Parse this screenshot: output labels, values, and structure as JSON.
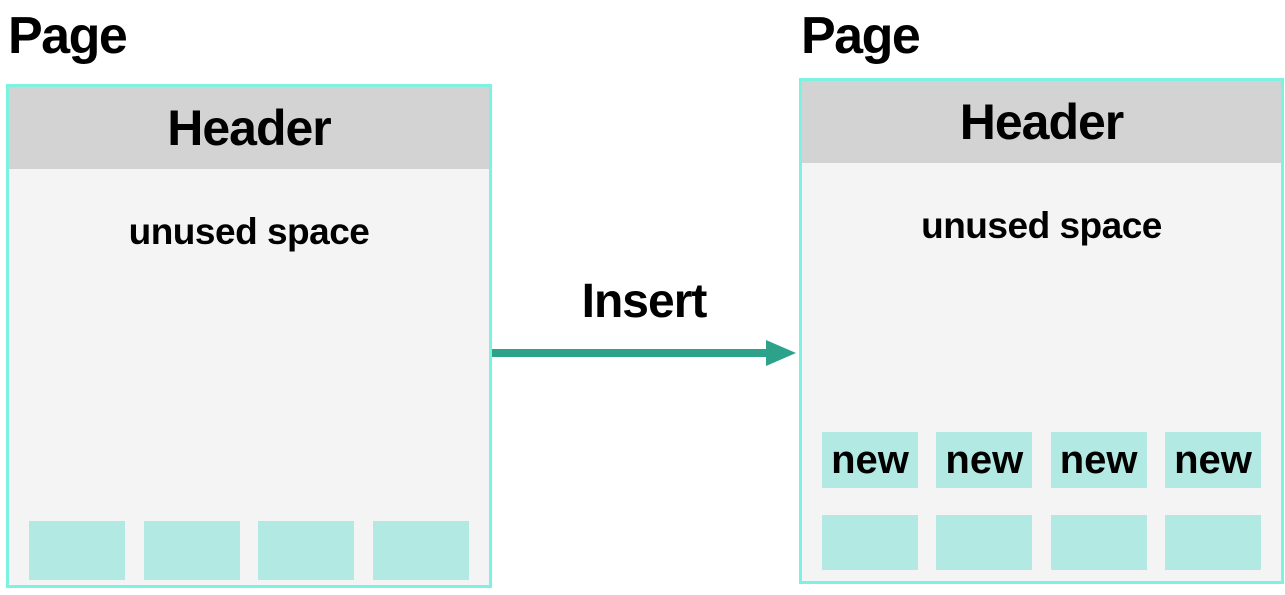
{
  "colors": {
    "canvas_bg": "#ffffff",
    "page_border": "#7cf2e0",
    "header_bg": "#d3d3d3",
    "page_bg": "#f4f4f4",
    "block_bg": "#b2e9e2",
    "arrow": "#2da28b",
    "text": "#000000"
  },
  "before": {
    "title": "Page",
    "header": "Header",
    "body_label": "unused space",
    "blocks": [
      "",
      "",
      "",
      ""
    ]
  },
  "arrow": {
    "label": "Insert"
  },
  "after": {
    "title": "Page",
    "header": "Header",
    "body_label": "unused space",
    "new_blocks": [
      "new",
      "new",
      "new",
      "new"
    ],
    "blocks": [
      "",
      "",
      "",
      ""
    ]
  }
}
